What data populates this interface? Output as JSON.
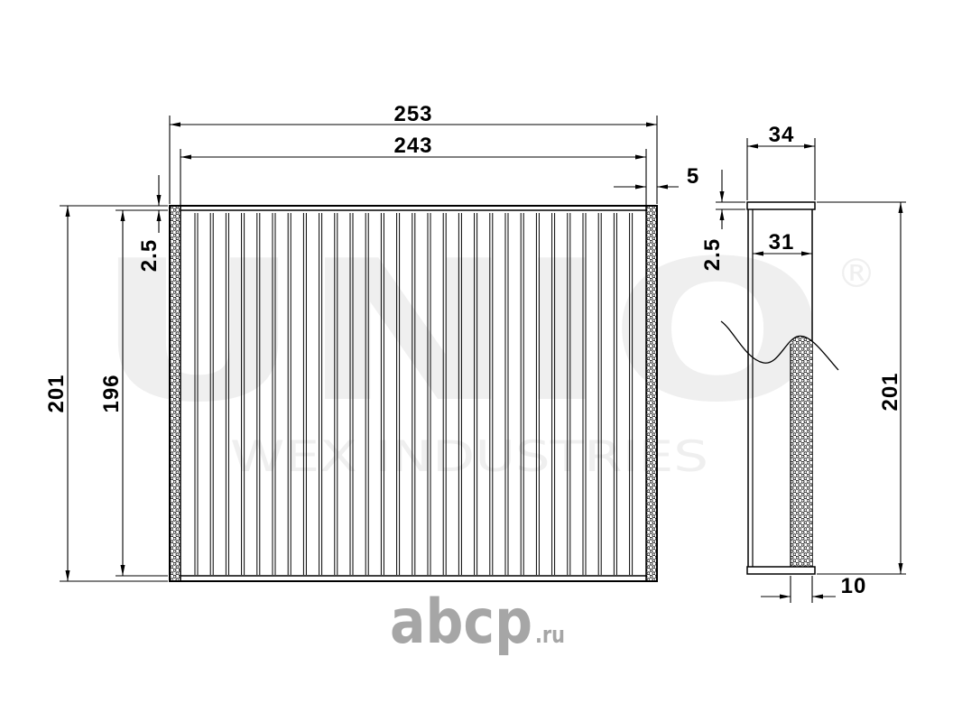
{
  "front_view": {
    "overall_width": "253",
    "inner_width": "243",
    "side_seal_width": "5",
    "frame_thickness": "2.5",
    "overall_height": "201",
    "inner_height": "196"
  },
  "side_view": {
    "overall_depth": "34",
    "inner_depth": "31",
    "end_cap_thickness": "2.5",
    "overall_height": "201",
    "seal_width": "10"
  },
  "watermark": {
    "brand": "UNIO",
    "registered_mark": "®",
    "company": "WEX INDUSTRIES"
  },
  "logo": {
    "name": "abcp",
    "suffix": ".ru"
  },
  "colors": {
    "line": "#000000",
    "watermark": "#efefef",
    "logo": "#a6a6a6"
  }
}
